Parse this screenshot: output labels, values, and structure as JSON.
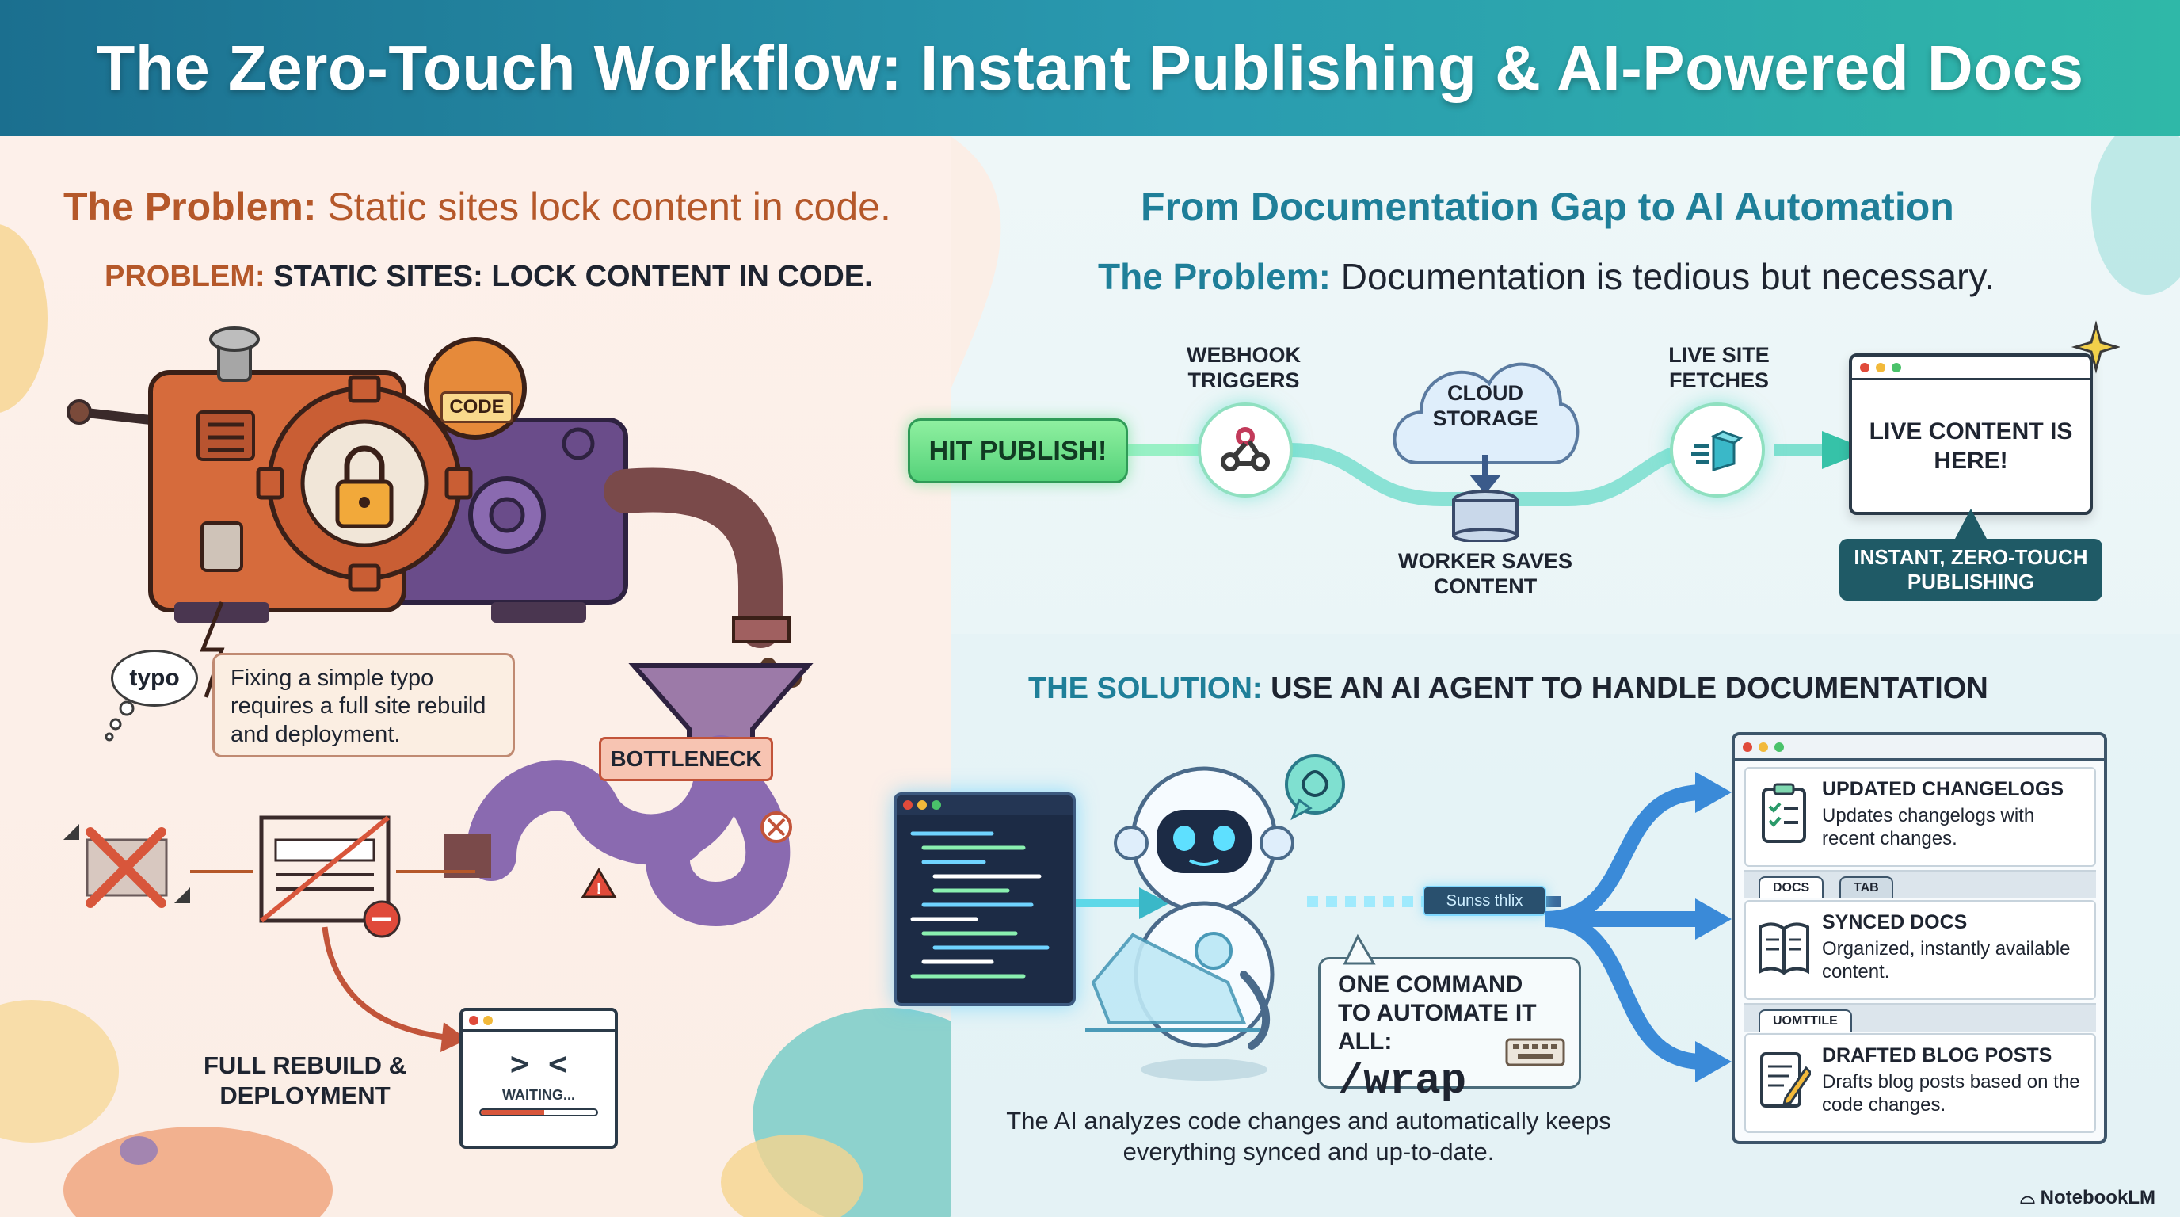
{
  "title": "The Zero-Touch Workflow: Instant Publishing & AI-Powered Docs",
  "left": {
    "heading_label": "The Problem:",
    "heading_text": "Static sites lock content in code.",
    "sub_label": "PROBLEM:",
    "sub_text": "STATIC SITES: LOCK CONTENT IN CODE.",
    "code_tag": "CODE",
    "typo_bubble": "typo",
    "typo_note": "Fixing a simple typo requires a full site rebuild and deployment.",
    "bottleneck": "BOTTLENECK",
    "full_rebuild": "FULL REBUILD & DEPLOYMENT",
    "waiting_face": "> <",
    "waiting_text": "WAITING...",
    "waiting_progress": 0.55
  },
  "right": {
    "heading": "From Documentation Gap to AI Automation",
    "problem_label": "The Problem:",
    "problem_text": "Documentation is tedious but necessary.",
    "flow": {
      "publish": "HIT PUBLISH!",
      "webhook": "WEBHOOK TRIGGERS",
      "cloud": "CLOUD STORAGE",
      "worker": "WORKER SAVES CONTENT",
      "live_fetch": "LIVE SITE FETCHES",
      "live_content": "LIVE CONTENT IS HERE!",
      "instant": "INSTANT, ZERO-TOUCH PUBLISHING"
    },
    "solution_label": "THE SOLUTION:",
    "solution_text": "USE AN AI AGENT TO HANDLE DOCUMENTATION",
    "command_strip": "Sunss thlix",
    "wrap_title": "ONE COMMAND TO AUTOMATE IT ALL:",
    "wrap_cmd": "/wrap",
    "caption": "The AI analyzes code changes and automatically keeps everything synced and up-to-date.",
    "outputs": [
      {
        "title": "UPDATED CHANGELOGS",
        "desc": "Updates changelogs with recent changes.",
        "icon": "checklist-icon"
      },
      {
        "title": "SYNCED DOCS",
        "desc": "Organized, instantly available content.",
        "icon": "open-book-icon"
      },
      {
        "title": "DRAFTED BLOG POSTS",
        "desc": "Drafts blog posts based on the code changes.",
        "icon": "pencil-document-icon"
      }
    ],
    "tabs1": [
      "DOCS",
      "TAB"
    ],
    "tabs2": [
      "UOMTTILE"
    ]
  },
  "brand": "NotebookLM",
  "colors": {
    "title_gradient_start": "#1b6f8f",
    "title_gradient_end": "#2fb8a8",
    "left_accent": "#b5582a",
    "right_accent": "#1f7f99",
    "publish_green": "#55d27a",
    "bottleneck_red": "#c2543a"
  }
}
